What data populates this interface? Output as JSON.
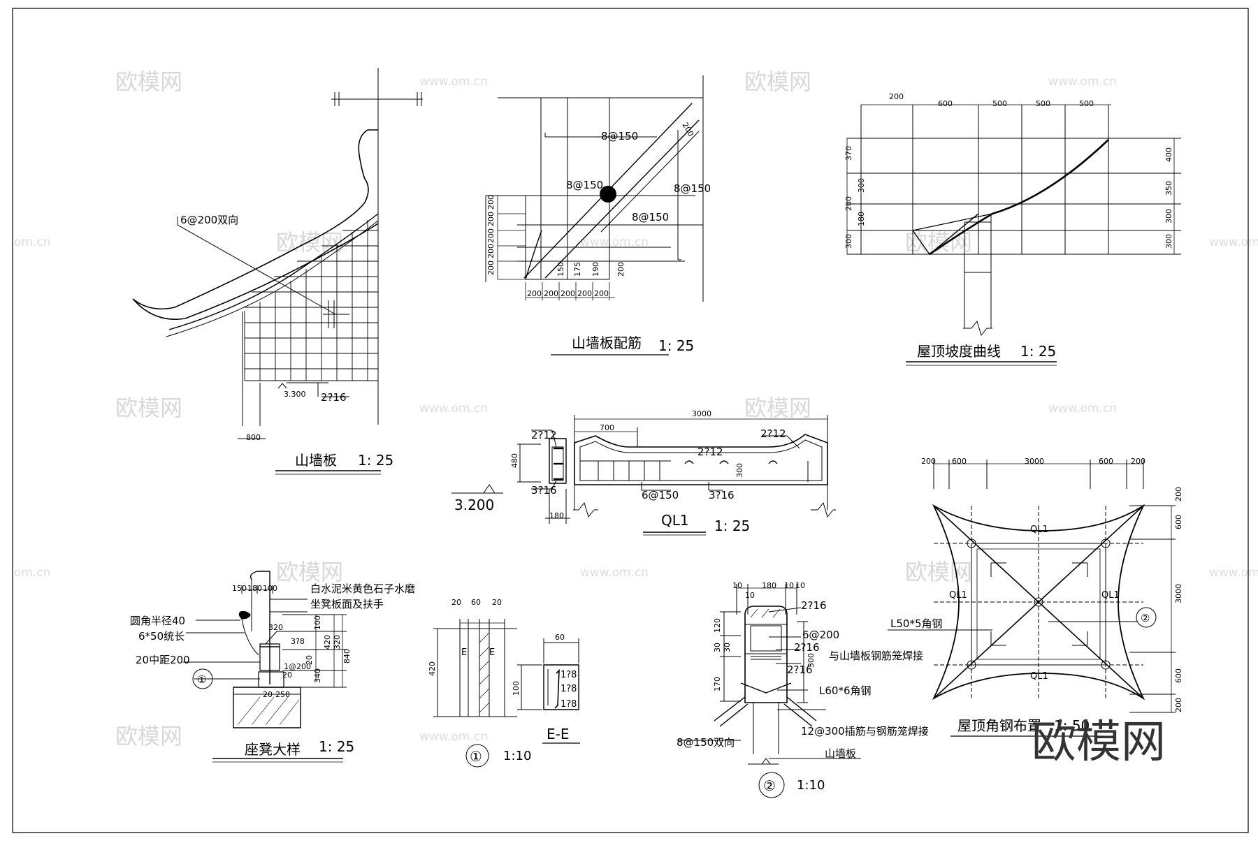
{
  "drawings": {
    "shanqiangban": {
      "title": "山墙板",
      "scale": "1: 25",
      "rebar_note": "6@200双向",
      "elev": "3.300",
      "bottom_bar": "2?16",
      "dim": "800"
    },
    "peijin": {
      "title": "山墙板配筋",
      "scale": "1: 25",
      "labels": [
        "8@150",
        "8@150",
        "8@150",
        "8@150"
      ],
      "dim_diag": "200",
      "dims_left": [
        "200",
        "200",
        "200",
        "200",
        "200"
      ],
      "dims_bottom": [
        "200",
        "200",
        "200",
        "200",
        "200"
      ],
      "dims_inner": [
        "150",
        "175",
        "190",
        "200"
      ]
    },
    "podu": {
      "title": "屋顶坡度曲线",
      "scale": "1: 25",
      "dims_top": [
        "200",
        "600",
        "500",
        "500",
        "500"
      ],
      "dims_left": [
        "370",
        "300",
        "200",
        "180",
        "300"
      ],
      "dims_right": [
        "400",
        "350",
        "300",
        "300"
      ]
    },
    "ql1": {
      "title": "QL1",
      "scale": "1: 25",
      "dims": [
        "3000",
        "700",
        "480",
        "180",
        "300"
      ],
      "labels": [
        "2?12",
        "2?12",
        "2?12",
        "3?16",
        "6@150",
        "3?16"
      ],
      "elev": "3.200"
    },
    "jiaogang": {
      "title": "屋顶角钢布置",
      "scale": "1: 50",
      "dims_top": [
        "200",
        "600",
        "3000",
        "600",
        "200"
      ],
      "dims_right": [
        "200",
        "600",
        "3000",
        "600",
        "200"
      ],
      "beam_labels": [
        "QL1",
        "QL1",
        "QL1",
        "QL1"
      ],
      "note": "L50*5角钢",
      "mark": "②"
    },
    "zuodeng": {
      "title": "座凳大样",
      "scale": "1: 25",
      "notes": [
        "白水泥米黄色石子水磨",
        "坐凳板面及扶手",
        "圆角半径40",
        "6*50统长",
        "20中距200"
      ],
      "dims_top": [
        "150",
        "180",
        "100"
      ],
      "dims": [
        "320",
        "3?8",
        "100",
        "420",
        "320",
        "840",
        "340",
        "20",
        "20",
        "1@200",
        "20",
        "250"
      ],
      "mark": "①"
    },
    "detail1": {
      "mark": "①",
      "scale": "1:10",
      "section": "E-E",
      "dims_top": [
        "20",
        "60",
        "20"
      ],
      "dim_h": "420",
      "sec_dim_w": "60",
      "sec_dim_h": "100",
      "sec_labels": [
        "1?8",
        "1?8",
        "1?8"
      ],
      "cut": "E"
    },
    "detail2": {
      "mark": "②",
      "scale": "1:10",
      "dims_top": [
        "10",
        "180",
        "10",
        "10",
        "10"
      ],
      "dims_left": [
        "120",
        "30",
        "30",
        "170"
      ],
      "dim_right": "300",
      "notes": [
        "2?16",
        "6@200",
        "2?16",
        "与山墙板钢筋笼焊接",
        "2?16",
        "L60*6角钢",
        "12@300插筋与钢筋笼焊接",
        "8@150双向",
        "山墙板"
      ]
    }
  },
  "watermarks": {
    "brand": "欧模网",
    "url": "www.om.cn",
    "url_edge": "om.cn"
  },
  "logo": "欧模网"
}
